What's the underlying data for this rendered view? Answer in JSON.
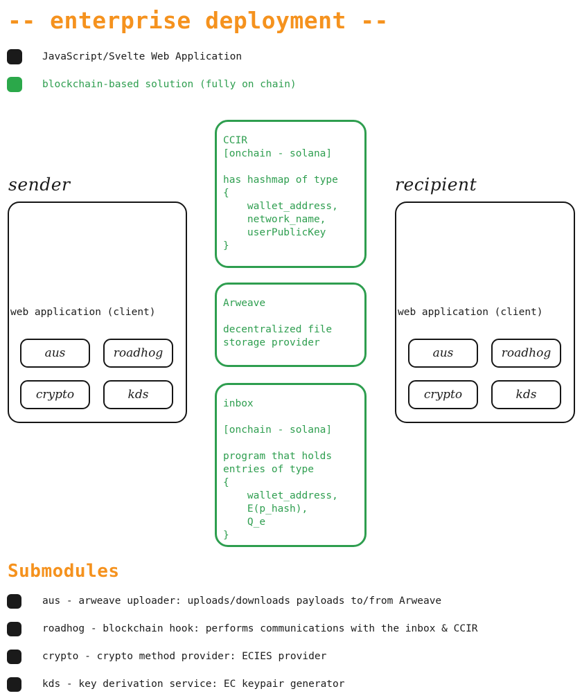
{
  "page": {
    "title": "-- enterprise deployment --",
    "title_color": "#f5921e"
  },
  "legend": {
    "items": [
      {
        "swatch_icon": "rounded-square-icon",
        "color": "#1a1a1a",
        "text_color": "#1b1b1b",
        "label": "JavaScript/Svelte Web Application"
      },
      {
        "swatch_icon": "rounded-square-icon",
        "color": "#2ba84a",
        "text_color": "#2e9e4f",
        "label": "blockchain-based solution (fully on chain)"
      }
    ]
  },
  "columns": {
    "sender": {
      "label": "sender",
      "caption": "web application (client)",
      "chips": [
        "aus",
        "roadhog",
        "crypto",
        "kds"
      ]
    },
    "recipient": {
      "label": "recipient",
      "caption": "web application (client)",
      "chips": [
        "aus",
        "roadhog",
        "crypto",
        "kds"
      ]
    }
  },
  "onchain_boxes": [
    {
      "name": "ccir",
      "border_color": "#2e9e4f",
      "text": "CCIR\n[onchain - solana]\n\nhas hashmap of type\n{\n    wallet_address,\n    network_name,\n    userPublicKey\n}"
    },
    {
      "name": "arweave",
      "border_color": "#2e9e4f",
      "text": "Arweave\n\ndecentralized file\nstorage provider"
    },
    {
      "name": "inbox",
      "border_color": "#2e9e4f",
      "text": "inbox\n\n[onchain - solana]\n\nprogram that holds\nentries of type\n{\n    wallet_address,\n    E(p_hash),\n    Q_e\n}"
    }
  ],
  "submodules": {
    "heading": "Submodules",
    "heading_color": "#f5921e",
    "items": [
      {
        "bullet_icon": "rounded-square-icon",
        "text": "aus - arweave uploader: uploads/downloads payloads to/from Arweave"
      },
      {
        "bullet_icon": "rounded-square-icon",
        "text": "roadhog - blockchain hook: performs communications with the inbox & CCIR"
      },
      {
        "bullet_icon": "rounded-square-icon",
        "text": "crypto - crypto method provider: ECIES provider"
      },
      {
        "bullet_icon": "rounded-square-icon",
        "text": "kds - key derivation service: EC keypair generator"
      }
    ]
  }
}
